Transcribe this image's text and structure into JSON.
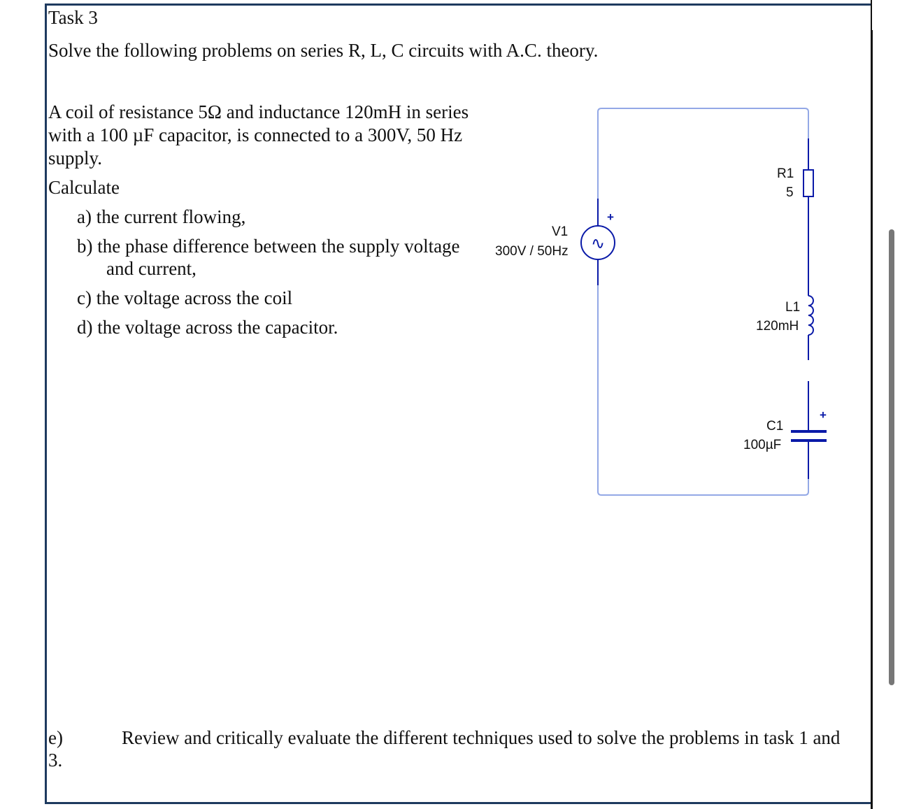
{
  "task": {
    "title": "Task 3",
    "intro": "Solve the following problems on series R, L, C circuits with A.C. theory.",
    "problem_lines": [
      "A coil of resistance 5Ω and inductance 120mH in series",
      "with a 100 µF capacitor, is connected to a 300V, 50 Hz",
      "supply."
    ],
    "calculate": "Calculate",
    "items": {
      "a": "a) the current flowing,",
      "b1": "b) the phase difference between the supply voltage",
      "b2": "and current,",
      "c": "c) the voltage across the coil",
      "d": "d) the voltage across the capacitor."
    },
    "e_label": "e)",
    "e_text": "Review and critically evaluate the different techniques used to solve the problems in task 1 and",
    "e_cont": "3."
  },
  "circuit": {
    "source": {
      "name": "V1",
      "value": "300V / 50Hz",
      "plus": "+",
      "symbol": "∿"
    },
    "resistor": {
      "name": "R1",
      "value": "5"
    },
    "inductor": {
      "name": "L1",
      "value": "120mH"
    },
    "capacitor": {
      "name": "C1",
      "value": "100µF",
      "plus": "+"
    },
    "wire_color": "#93a8e6",
    "component_color": "#0a1aa8"
  }
}
